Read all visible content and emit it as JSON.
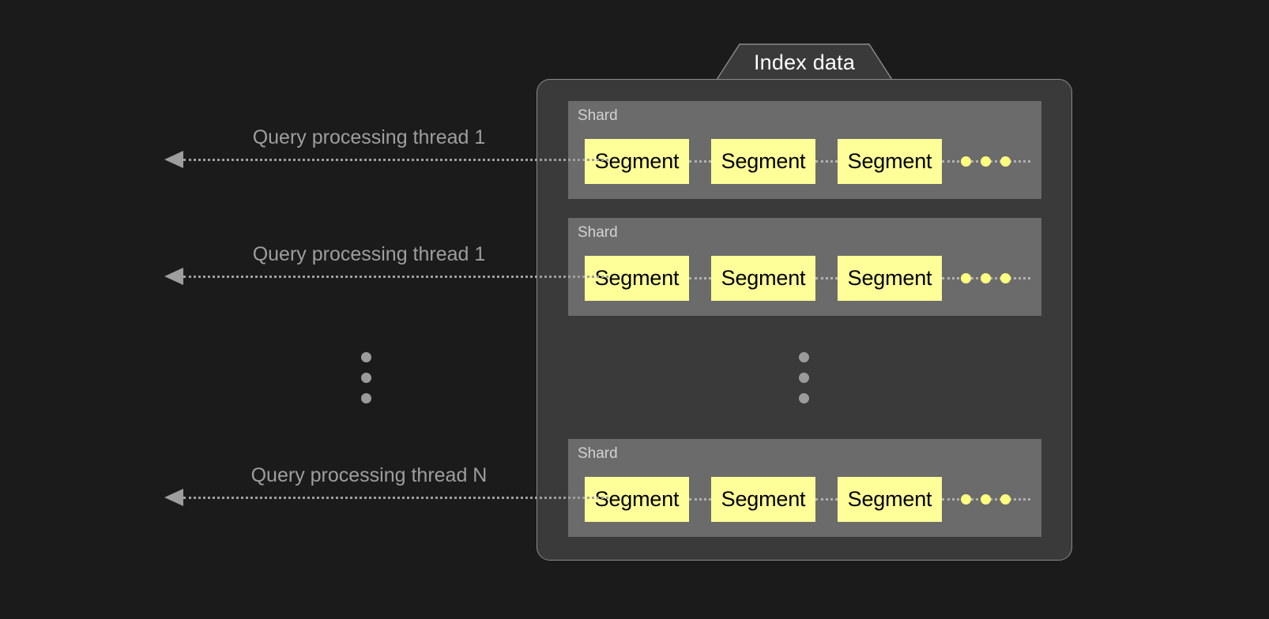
{
  "diagram": {
    "title": "Index data",
    "background_color": "#1b1b1b",
    "container_color": "#3a3a3a",
    "shard_color": "#6b6b6b",
    "segment_color": "#ffff99",
    "accent_color": "#9e9e9e"
  },
  "shards": [
    {
      "label": "Shard",
      "segments": [
        "Segment",
        "Segment",
        "Segment"
      ],
      "trailing_ellipsis_dots": 3
    },
    {
      "label": "Shard",
      "segments": [
        "Segment",
        "Segment",
        "Segment"
      ],
      "trailing_ellipsis_dots": 3
    },
    {
      "label": "Shard",
      "segments": [
        "Segment",
        "Segment",
        "Segment"
      ],
      "trailing_ellipsis_dots": 3
    }
  ],
  "threads": [
    {
      "label": "Query processing thread 1"
    },
    {
      "label": "Query processing thread 1"
    },
    {
      "label": "Query processing thread N"
    }
  ],
  "vertical_ellipsis": {
    "outer_dots": 3,
    "inner_dots": 3
  }
}
